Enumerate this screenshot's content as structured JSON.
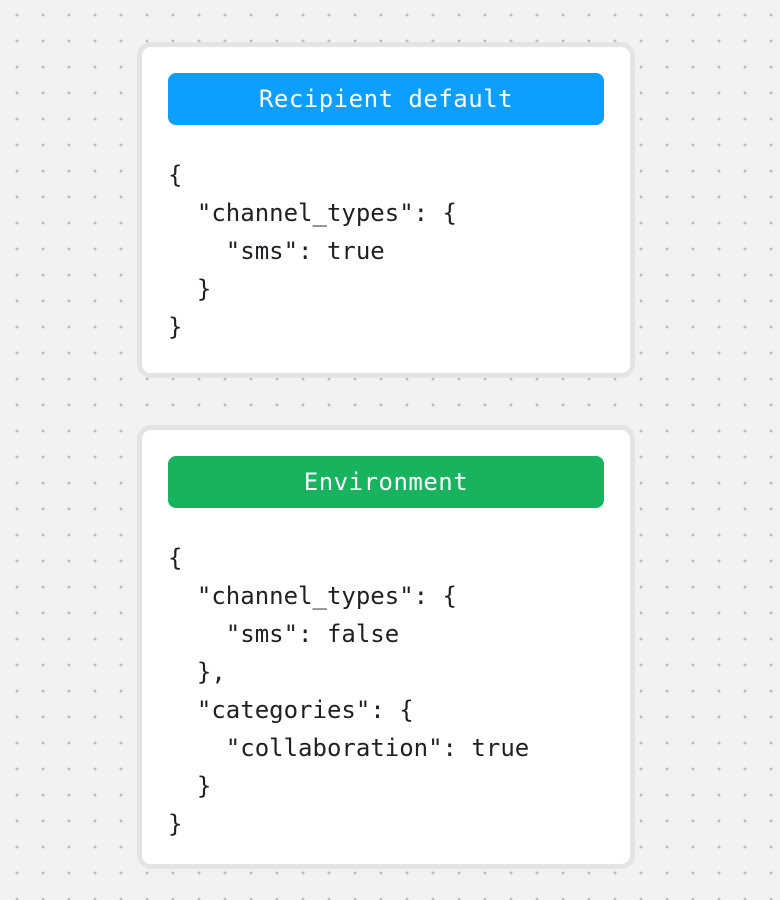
{
  "page": {
    "background_color": "#f2f2f2",
    "dot_color": "#bdbdbd",
    "card_border_color": "#e4e4e4"
  },
  "cards": [
    {
      "label": "Recipient default",
      "badge_color": "#0d9eff",
      "code": "{\n  \"channel_types\": {\n    \"sms\": true\n  }\n}"
    },
    {
      "label": "Environment",
      "badge_color": "#17b35e",
      "code": "{\n  \"channel_types\": {\n    \"sms\": false\n  },\n  \"categories\": {\n    \"collaboration\": true\n  }\n}"
    }
  ]
}
